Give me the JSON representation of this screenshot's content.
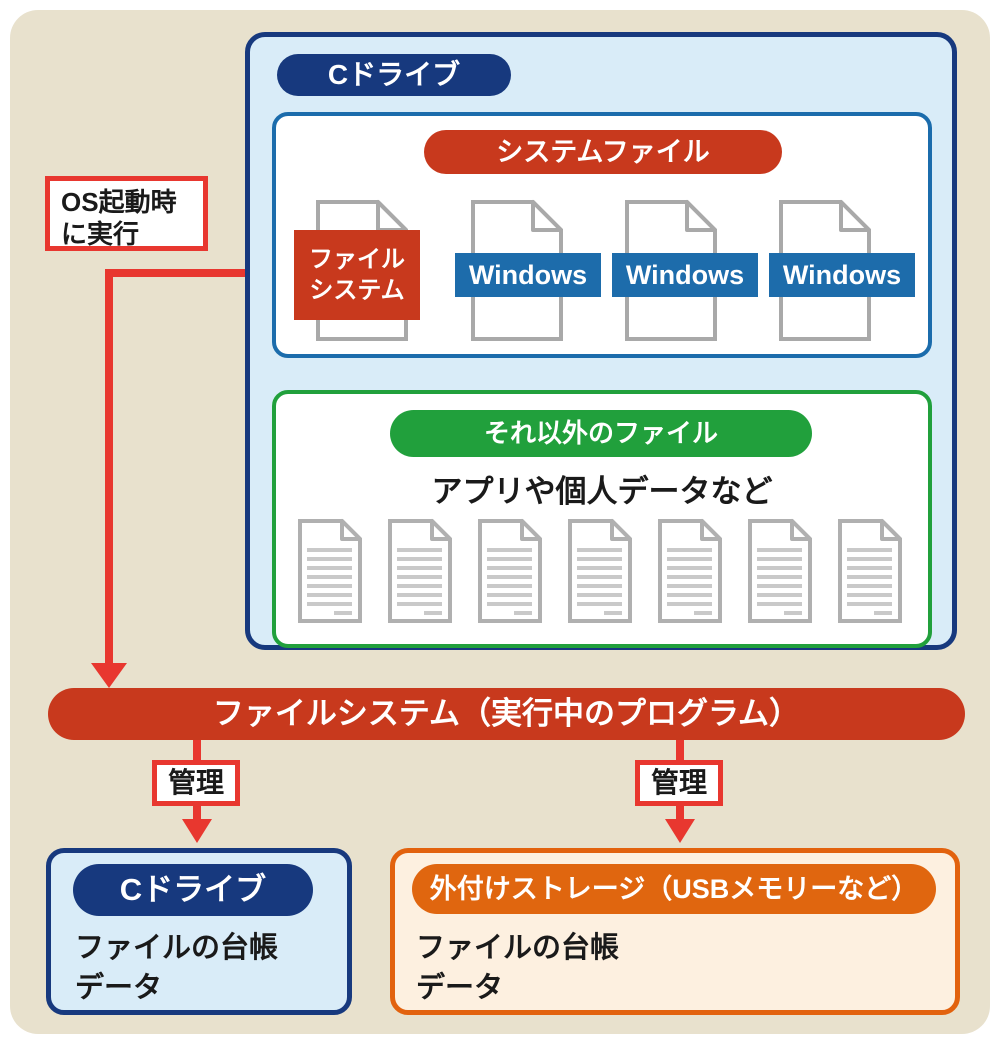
{
  "diagram_title": "",
  "colors": {
    "background_mat": "#e8e1cd",
    "navy": "#17397e",
    "panel_blue_fill": "#d9ecf8",
    "inner_blue_border": "#1b6cac",
    "brick_red": "#c8391d",
    "bright_red": "#e8372f",
    "green": "#21a03c",
    "windows_blue": "#1d6cab",
    "orange": "#e0660f",
    "cream_fill": "#fdf0e0"
  },
  "os_boot_note": {
    "line1": "OS起動時",
    "line2": "に実行"
  },
  "c_drive_panel": {
    "title": "Cドライブ",
    "system_files": {
      "title": "システムファイル",
      "file_system_label_line1": "ファイル",
      "file_system_label_line2": "システム",
      "windows_labels": [
        "Windows",
        "Windows",
        "Windows"
      ],
      "document_count": 4
    },
    "other_files": {
      "title": "それ以外のファイル",
      "subtitle": "アプリや個人データなど",
      "document_count": 7
    }
  },
  "file_system_bar": {
    "label": "ファイルシステム（実行中のプログラム）"
  },
  "manage_left": {
    "label": "管理"
  },
  "manage_right": {
    "label": "管理"
  },
  "c_drive_ledger": {
    "title": "Cドライブ",
    "line1": "ファイルの台帳",
    "line2": "データ"
  },
  "external_storage_ledger": {
    "title": "外付けストレージ（USBメモリーなど）",
    "line1": "ファイルの台帳",
    "line2": "データ"
  }
}
